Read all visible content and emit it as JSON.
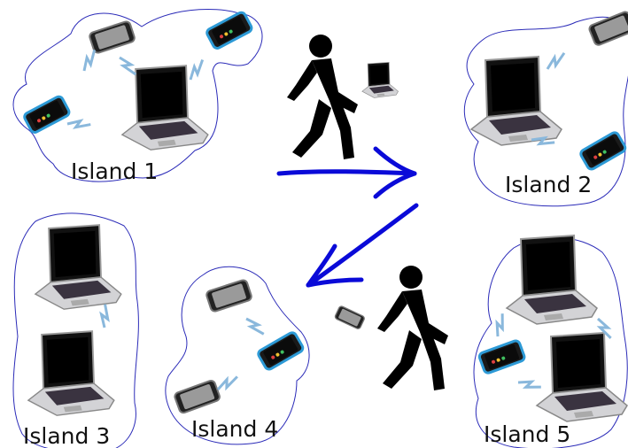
{
  "islands": [
    {
      "label": "Island 1"
    },
    {
      "label": "Island 2"
    },
    {
      "label": "Island 3"
    },
    {
      "label": "Island 4"
    },
    {
      "label": "Island 5"
    }
  ],
  "colors": {
    "island_outline": "#2b2bb8",
    "transfer_arrow": "#0a0ad8",
    "wireless_link": "#7fb3d8",
    "walker": "#000000",
    "laptop_body": "#c9c9cd",
    "laptop_screen": "#111111",
    "phone_body": "#222222",
    "phone_blue_trim": "#2d9ad6"
  },
  "icons": [
    "laptop-icon",
    "phone-icon",
    "walking-person-icon",
    "wireless-link-icon",
    "arrow-icon"
  ]
}
